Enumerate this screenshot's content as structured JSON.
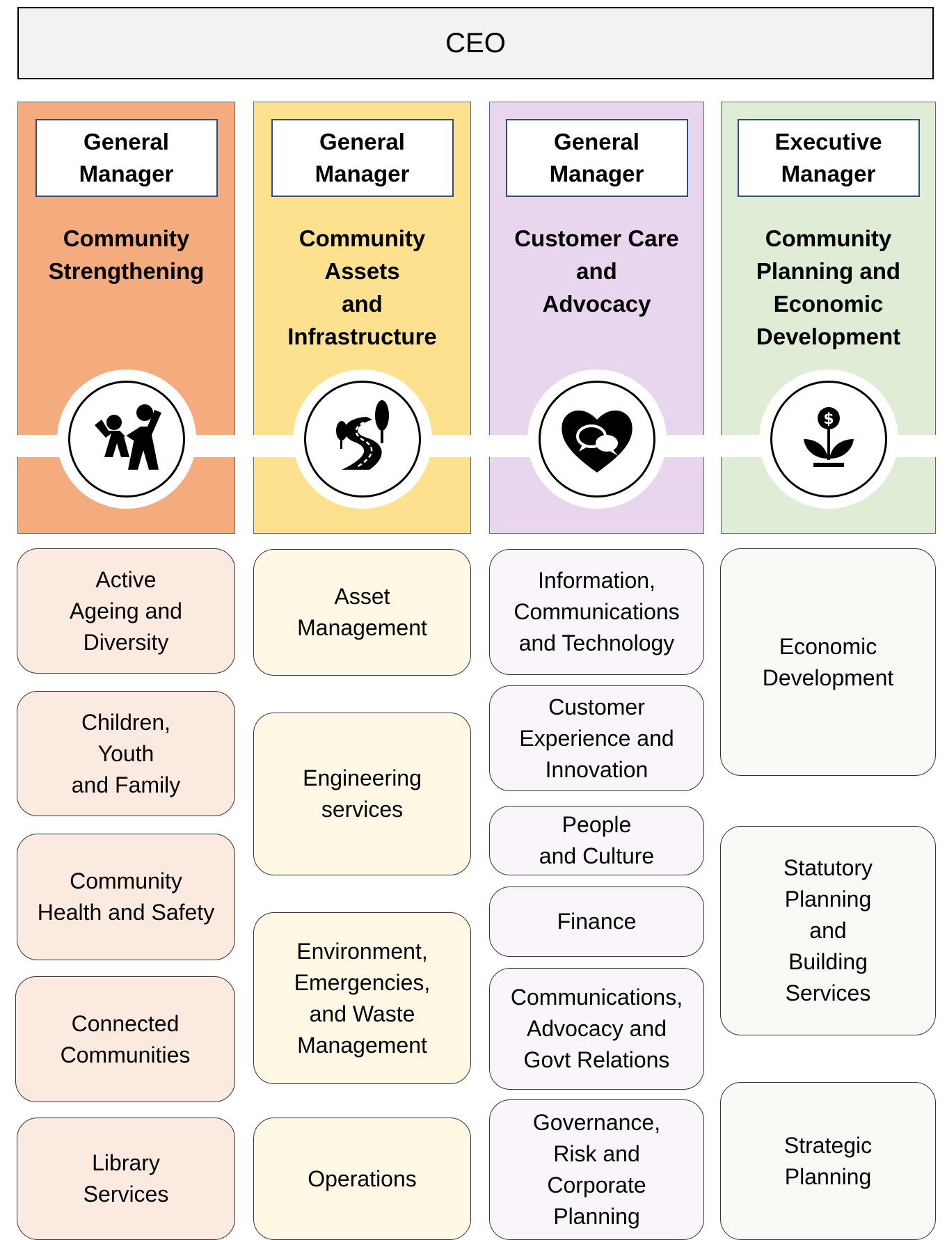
{
  "ceo": "CEO",
  "columns": [
    {
      "role": "General\nManager",
      "division": "Community\nStrengthening",
      "icon": "family-icon",
      "color": "#f4ac7e",
      "services": [
        "Active\nAgeing and\nDiversity",
        "Children,\nYouth\nand Family",
        "Community\nHealth and Safety",
        "Connected\nCommunities",
        "Library\nServices"
      ]
    },
    {
      "role": "General\nManager",
      "division": "Community\nAssets\nand\nInfrastructure",
      "icon": "road-icon",
      "color": "#fde18e",
      "services": [
        "Asset\nManagement",
        "Engineering\nservices",
        "Environment,\nEmergencies,\nand Waste\nManagement",
        "Operations"
      ]
    },
    {
      "role": "General\nManager",
      "division": "Customer Care\nand\nAdvocacy",
      "icon": "heart-chat-icon",
      "color": "#e8d6ee",
      "services": [
        "Information,\nCommunications\nand Technology",
        "Customer\nExperience and\nInnovation",
        "People\nand Culture",
        "Finance",
        "Communications,\nAdvocacy and\nGovt Relations",
        "Governance,\nRisk and\nCorporate\nPlanning"
      ]
    },
    {
      "role": "Executive\nManager",
      "division": "Community\nPlanning and\nEconomic\nDevelopment",
      "icon": "money-plant-icon",
      "color": "#dfecd6",
      "services": [
        "Economic\nDevelopment",
        "Statutory\nPlanning\nand\nBuilding\nServices",
        "Strategic\nPlanning"
      ]
    }
  ]
}
